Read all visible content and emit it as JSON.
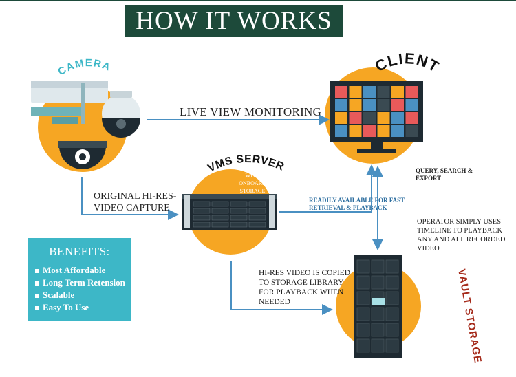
{
  "header": {
    "title": "HOW IT WORKS"
  },
  "nodes": {
    "cameras": {
      "label": "CAMERAS"
    },
    "client": {
      "label": "CLIENT"
    },
    "vms_server": {
      "label": "VMS SERVER",
      "note": "WITH ONBOARD STORAGE"
    },
    "vault_storage": {
      "label": "VAULT STORAGE"
    }
  },
  "flows": {
    "live_view": "LIVE VIEW MONITORING",
    "original_capture": "ORIGINAL HI-RES-VIDEO CAPTURE",
    "readily_available": "READILY AVAILABLE FOR FAST RETRIEVAL & PLAYBACK",
    "query_export": "QUERY, SEARCH & EXPORT",
    "operator_playback": "OPERATOR SIMPLY USES TIMELINE TO PLAYBACK ANY AND ALL RECORDED VIDEO",
    "copied_storage": "HI-RES VIDEO IS COPIED TO STORAGE LIBRARY FOR PLAYBACK WHEN NEEDED"
  },
  "benefits": {
    "title": "BENEFITS:",
    "items": [
      "Most Affordable",
      "Long Term Retension",
      "Scalable",
      "Easy To Use"
    ]
  },
  "colors": {
    "title_bg": "#1d4a3a",
    "accent_orange": "#f6a623",
    "benefits_bg": "#3db7c7",
    "arrow": "#4a90c2",
    "vault_label": "#a52a1a"
  }
}
